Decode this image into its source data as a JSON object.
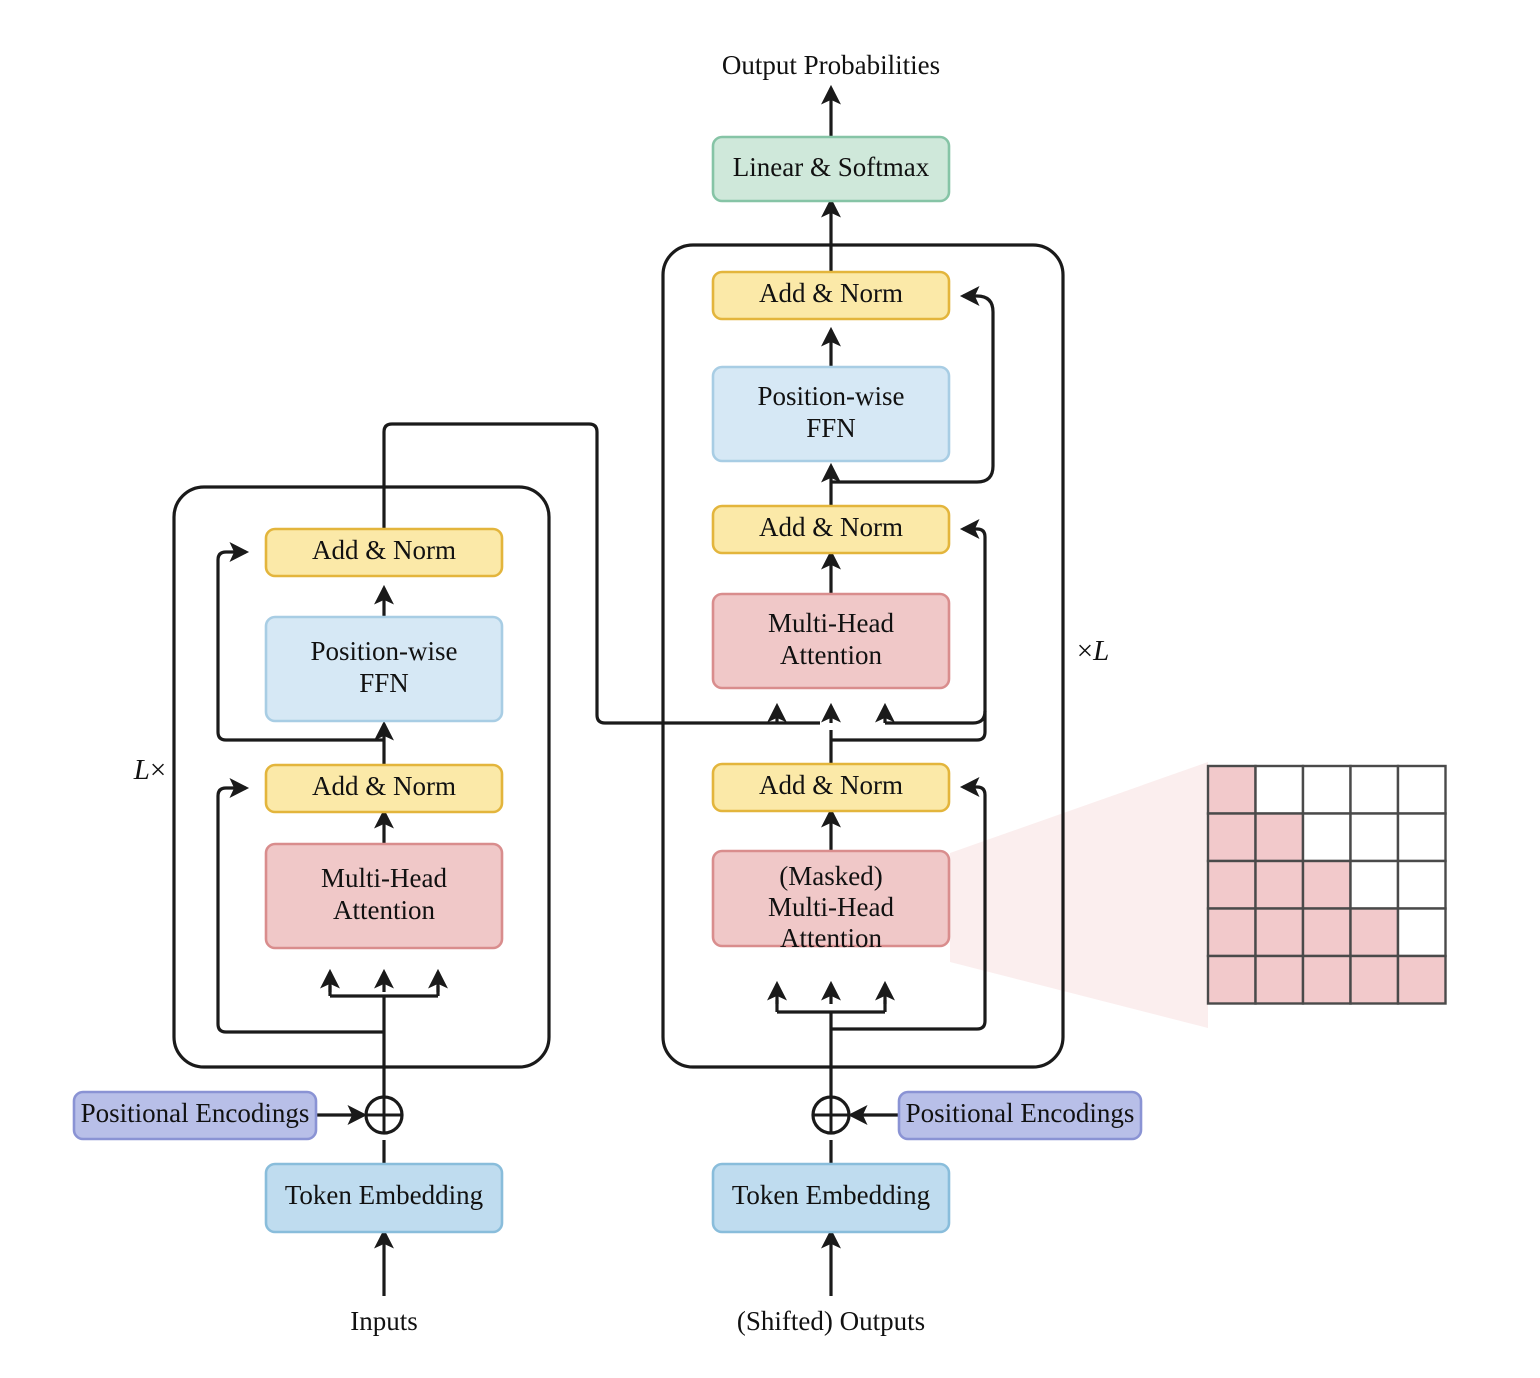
{
  "title": "Transformer Encoder-Decoder Architecture",
  "colors": {
    "add_norm_fill": "#fbe9a8",
    "add_norm_stroke": "#e3b53c",
    "ffn_fill": "#d6e8f5",
    "ffn_stroke": "#a8cde4",
    "attention_fill": "#f0c8c8",
    "attention_stroke": "#d98d8d",
    "embedding_fill": "#bfdcef",
    "embedding_stroke": "#89bddb",
    "positional_fill": "#b8bfe8",
    "positional_stroke": "#8a93d4",
    "softmax_fill": "#cfe8da",
    "softmax_stroke": "#86c4a6",
    "mask_on": "#f2c9cb",
    "mask_off": "#ffffff",
    "mask_grid": "#4a4a4a",
    "cone": "#fbeeee",
    "wire": "#1a1a1a"
  },
  "encoder": {
    "repeat_label_prefix": "L",
    "repeat_label_suffix": "×",
    "add_norm_top": "Add & Norm",
    "ffn": {
      "line1": "Position-wise",
      "line2": "FFN"
    },
    "add_norm_bottom": "Add & Norm",
    "attention": {
      "line1": "Multi-Head",
      "line2": "Attention"
    },
    "positional": "Positional Encodings",
    "embedding": "Token Embedding",
    "input_label": "Inputs",
    "sum_symbol": "⊕"
  },
  "decoder": {
    "repeat_label_prefix": "×",
    "repeat_label_suffix": "L",
    "add_norm_top": "Add & Norm",
    "ffn": {
      "line1": "Position-wise",
      "line2": "FFN"
    },
    "add_norm_mid": "Add & Norm",
    "cross_attention": {
      "line1": "Multi-Head",
      "line2": "Attention"
    },
    "add_norm_bottom": "Add & Norm",
    "masked_attention": {
      "line1": "(Masked)",
      "line2": "Multi-Head",
      "line3": "Attention"
    },
    "positional": "Positional Encodings",
    "embedding": "Token Embedding",
    "input_label": "(Shifted) Outputs",
    "sum_symbol": "⊕"
  },
  "output_head": {
    "linear_softmax": "Linear & Softmax",
    "output_label": "Output Probabilities"
  },
  "mask_matrix": {
    "rows": 5,
    "cols": 5,
    "description": "causal lower-triangular attention mask",
    "values": [
      [
        1,
        0,
        0,
        0,
        0
      ],
      [
        1,
        1,
        0,
        0,
        0
      ],
      [
        1,
        1,
        1,
        0,
        0
      ],
      [
        1,
        1,
        1,
        1,
        0
      ],
      [
        1,
        1,
        1,
        1,
        1
      ]
    ]
  }
}
